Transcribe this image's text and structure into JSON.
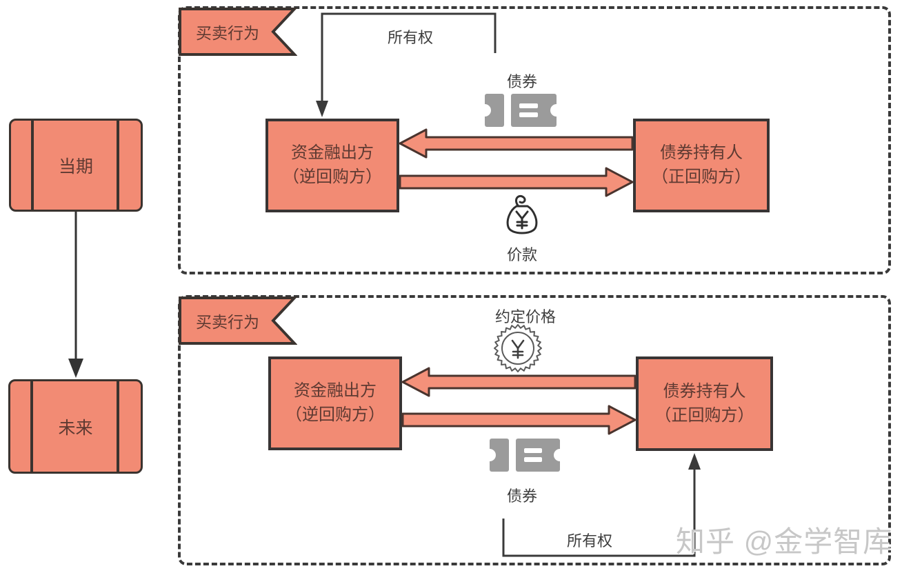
{
  "colors": {
    "salmon_fill": "#F28B74",
    "dark_outline": "#3A3A3A",
    "arrow_fill": "#F4917A",
    "arrow_stroke": "#4A342E",
    "box_text": "#5E3A32",
    "label_text": "#3D3D3D",
    "icon_gray": "#9B9B9B",
    "watermark_gray": "#C7C7C7"
  },
  "timeline": {
    "current": "当期",
    "future": "未来"
  },
  "top_panel": {
    "banner": "买卖行为",
    "ownership_label": "所有权",
    "bond_label": "债券",
    "payment_label": "价款",
    "lender_line1": "资金融出方",
    "lender_line2": "（逆回购方）",
    "holder_line1": "债券持有人",
    "holder_line2": "（正回购方）"
  },
  "bottom_panel": {
    "banner": "买卖行为",
    "agreed_price_label": "约定价格",
    "bond_label": "债券",
    "ownership_label": "所有权",
    "lender_line1": "资金融出方",
    "lender_line2": "（逆回购方）",
    "holder_line1": "债券持有人",
    "holder_line2": "（正回购方）"
  },
  "watermark": "知乎 @金学智库"
}
